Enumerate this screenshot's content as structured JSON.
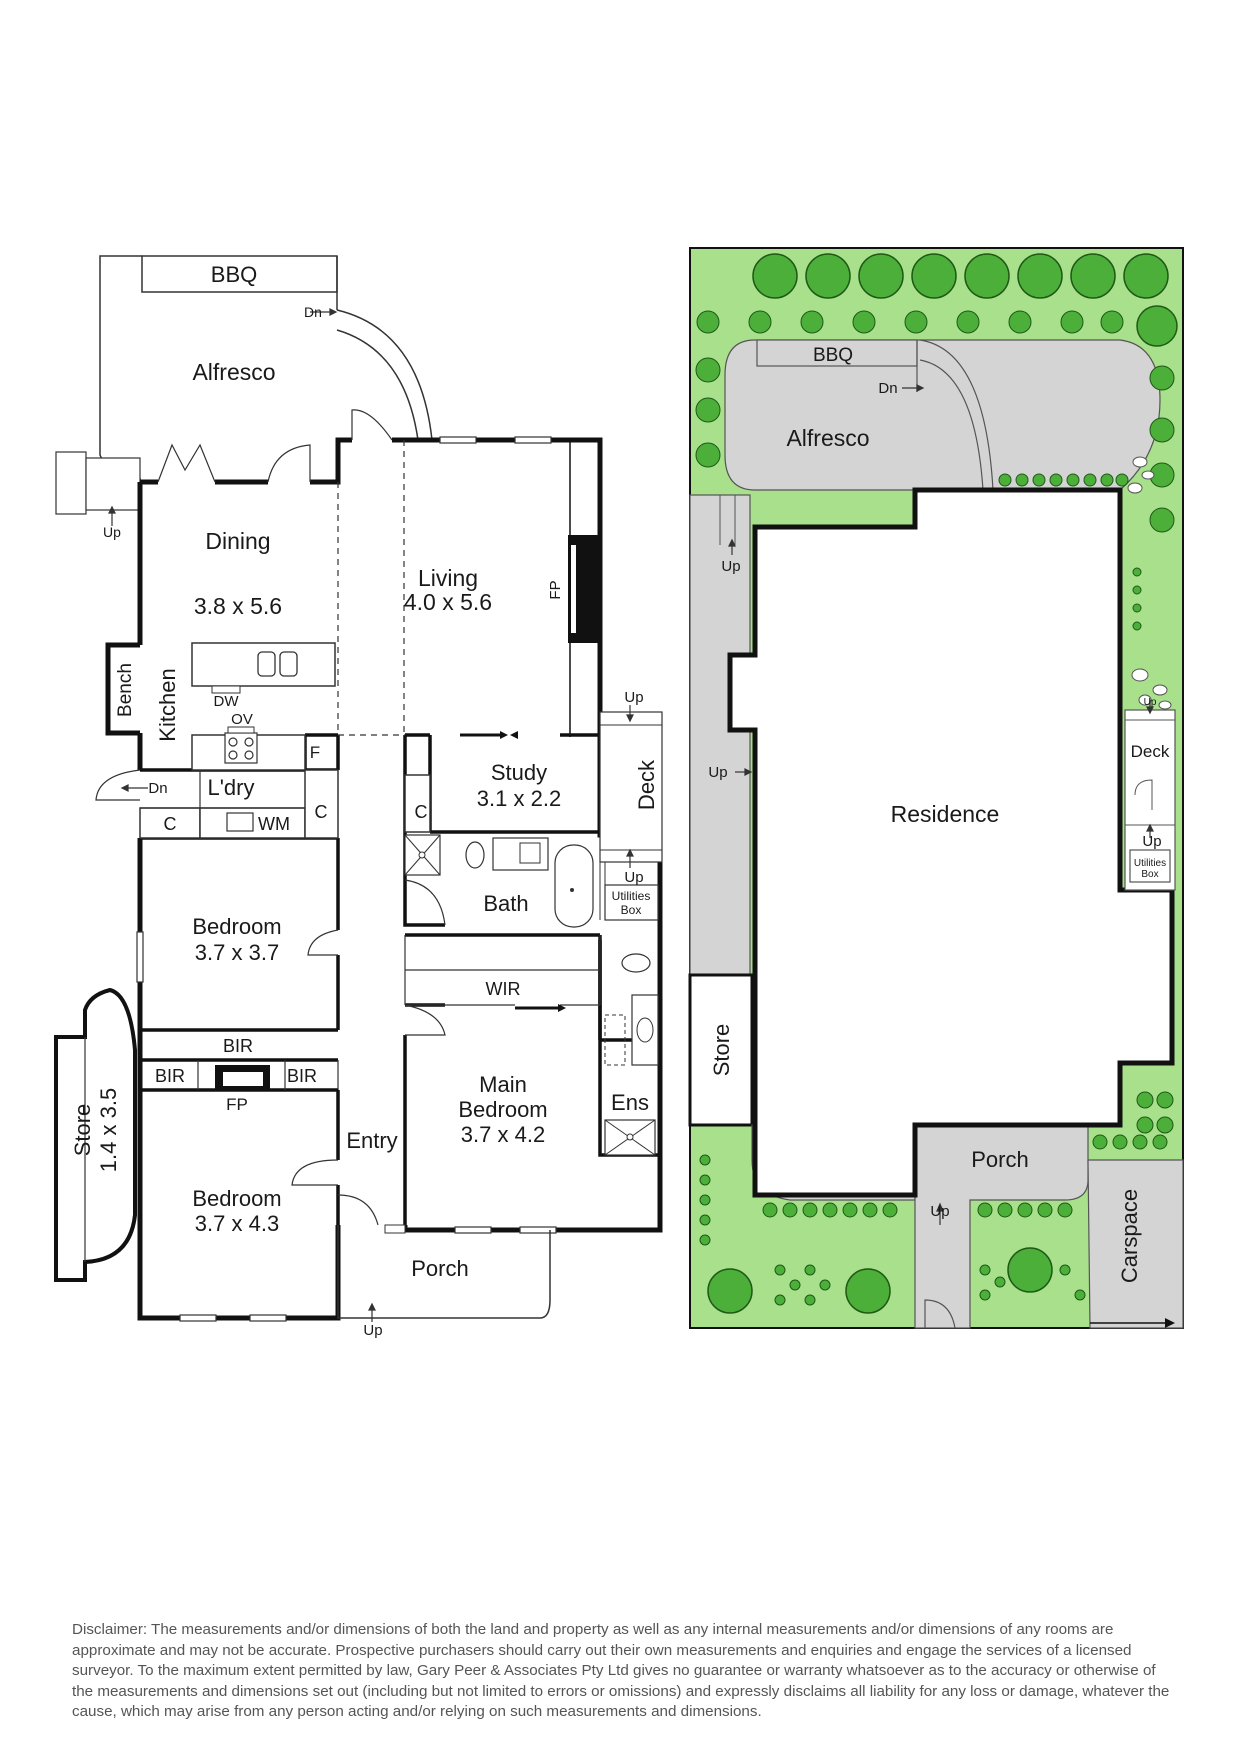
{
  "floor_plan": {
    "rooms": {
      "bbq": "BBQ",
      "alfresco": "Alfresco",
      "dining": "Dining",
      "dining_dim": "3.8 x 5.6",
      "living": "Living",
      "living_dim": "4.0 x 5.6",
      "fp": "FP",
      "kitchen": "Kitchen",
      "bench": "Bench",
      "dw": "DW",
      "ov": "OV",
      "f": "F",
      "laundry": "L'dry",
      "c": "C",
      "wm": "WM",
      "study": "Study",
      "study_dim": "3.1 x 2.2",
      "deck": "Deck",
      "utilities": "Utilities",
      "utilities_box": "Box",
      "bath": "Bath",
      "bedroom": "Bedroom",
      "bedroom1_dim": "3.7 x 3.7",
      "bir": "BIR",
      "wir": "WIR",
      "main": "Main",
      "main_bedroom_dim": "3.7 x 4.2",
      "ens": "Ens",
      "entry": "Entry",
      "porch": "Porch",
      "store": "Store",
      "store_dim": "1.4 x 3.5",
      "bedroom2_dim": "3.7 x 4.3",
      "up": "Up",
      "dn": "Dn"
    }
  },
  "site_plan": {
    "bbq": "BBQ",
    "alfresco": "Alfresco",
    "residence": "Residence",
    "deck": "Deck",
    "utilities": "Utilities",
    "utilities_box": "Box",
    "store": "Store",
    "porch": "Porch",
    "carspace": "Carspace",
    "up": "Up",
    "dn": "Dn"
  },
  "colors": {
    "wall": "#111111",
    "lawn": "#a8e08c",
    "paving": "#d4d4d4",
    "tree": "#4caf3a"
  },
  "disclaimer": "Disclaimer: The measurements and/or dimensions of both the land and property as well as any internal measurements and/or dimensions of any rooms are approximate and may not be accurate. Prospective purchasers should carry out their own measurements and enquiries and engage the services of a licensed surveyor. To the maximum extent permitted by law, Gary Peer & Associates Pty Ltd gives no guarantee or warranty whatsoever as to the accuracy or otherwise of the measurements and dimensions set out (including but not limited to errors or omissions) and expressly disclaims all liability for any loss or damage, whatever the cause, which may arise from any person acting and/or relying on such measurements and dimensions."
}
